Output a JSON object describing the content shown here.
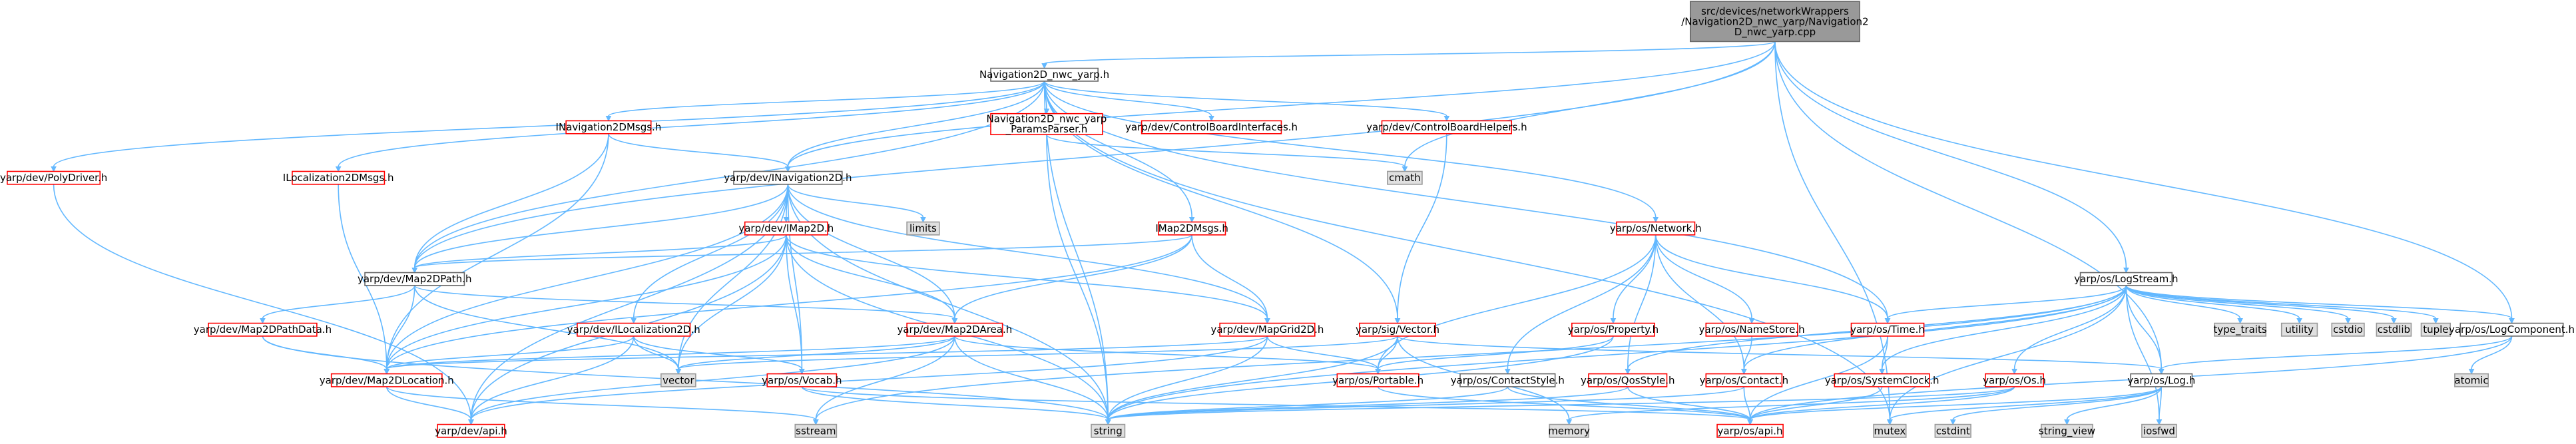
{
  "colors": {
    "root_fill": "#999999",
    "root_stroke": "#666666",
    "header_stroke": "#ff0000",
    "leaf_fill": "#e0e0e0",
    "leaf_stroke": "#999999",
    "node_fill": "#ffffff",
    "plain_stroke": "#666666",
    "edge": "#63b8ff",
    "text": "#000000"
  },
  "nodes": [
    {
      "id": "root",
      "lines": [
        "src/devices/networkWrappers",
        "/Navigation2D_nwc_yarp/Navigation2",
        "D_nwc_yarp.cpp"
      ],
      "kind": "root"
    },
    {
      "id": "nwcyarp",
      "lines": [
        "Navigation2D_nwc_yarp.h"
      ],
      "kind": "plain"
    },
    {
      "id": "polydriver",
      "lines": [
        "yarp/dev/PolyDriver.h"
      ],
      "kind": "header"
    },
    {
      "id": "iloc2dmsgs",
      "lines": [
        "ILocalization2DMsgs.h"
      ],
      "kind": "header"
    },
    {
      "id": "inav2dmsgs",
      "lines": [
        "INavigation2DMsgs.h"
      ],
      "kind": "header"
    },
    {
      "id": "nav2d",
      "lines": [
        "yarp/dev/INavigation2D.h"
      ],
      "kind": "plain"
    },
    {
      "id": "paramsparser",
      "lines": [
        "Navigation2D_nwc_yarp",
        "_ParamsParser.h"
      ],
      "kind": "header"
    },
    {
      "id": "cbinterfaces",
      "lines": [
        "yarp/dev/ControlBoardInterfaces.h"
      ],
      "kind": "header"
    },
    {
      "id": "cbhelpers",
      "lines": [
        "yarp/dev/ControlBoardHelpers.h"
      ],
      "kind": "header"
    },
    {
      "id": "cmath",
      "lines": [
        "cmath"
      ],
      "kind": "leaf"
    },
    {
      "id": "limits",
      "lines": [
        "limits"
      ],
      "kind": "leaf"
    },
    {
      "id": "imap2dmsgs",
      "lines": [
        "IMap2DMsgs.h"
      ],
      "kind": "header"
    },
    {
      "id": "imap2d",
      "lines": [
        "yarp/dev/IMap2D.h"
      ],
      "kind": "header"
    },
    {
      "id": "network",
      "lines": [
        "yarp/os/Network.h"
      ],
      "kind": "header"
    },
    {
      "id": "map2dpath",
      "lines": [
        "yarp/dev/Map2DPath.h"
      ],
      "kind": "plain"
    },
    {
      "id": "map2dpathdata",
      "lines": [
        "yarp/dev/Map2DPathData.h"
      ],
      "kind": "header"
    },
    {
      "id": "iloc2d",
      "lines": [
        "yarp/dev/ILocalization2D.h"
      ],
      "kind": "header"
    },
    {
      "id": "map2darea",
      "lines": [
        "yarp/dev/Map2DArea.h"
      ],
      "kind": "header"
    },
    {
      "id": "mapgrid2d",
      "lines": [
        "yarp/dev/MapGrid2D.h"
      ],
      "kind": "header"
    },
    {
      "id": "sigvector",
      "lines": [
        "yarp/sig/Vector.h"
      ],
      "kind": "header"
    },
    {
      "id": "property",
      "lines": [
        "yarp/os/Property.h"
      ],
      "kind": "header"
    },
    {
      "id": "namestore",
      "lines": [
        "yarp/os/NameStore.h"
      ],
      "kind": "header"
    },
    {
      "id": "ostime",
      "lines": [
        "yarp/os/Time.h"
      ],
      "kind": "header"
    },
    {
      "id": "map2dlocation",
      "lines": [
        "yarp/dev/Map2DLocation.h"
      ],
      "kind": "header"
    },
    {
      "id": "vector",
      "lines": [
        "vector"
      ],
      "kind": "leaf"
    },
    {
      "id": "vocab",
      "lines": [
        "yarp/os/Vocab.h"
      ],
      "kind": "header"
    },
    {
      "id": "portable",
      "lines": [
        "yarp/os/Portable.h"
      ],
      "kind": "header"
    },
    {
      "id": "contact",
      "lines": [
        "yarp/os/Contact.h"
      ],
      "kind": "header"
    },
    {
      "id": "contactstyle",
      "lines": [
        "yarp/os/ContactStyle.h"
      ],
      "kind": "plain"
    },
    {
      "id": "qosstyle",
      "lines": [
        "yarp/os/QosStyle.h"
      ],
      "kind": "header"
    },
    {
      "id": "systemclock",
      "lines": [
        "yarp/os/SystemClock.h"
      ],
      "kind": "header"
    },
    {
      "id": "devapi",
      "lines": [
        "yarp/dev/api.h"
      ],
      "kind": "header"
    },
    {
      "id": "sstream",
      "lines": [
        "sstream"
      ],
      "kind": "leaf"
    },
    {
      "id": "string",
      "lines": [
        "string"
      ],
      "kind": "leaf"
    },
    {
      "id": "memory",
      "lines": [
        "memory"
      ],
      "kind": "leaf"
    },
    {
      "id": "osapi",
      "lines": [
        "yarp/os/api.h"
      ],
      "kind": "header"
    },
    {
      "id": "mutex",
      "lines": [
        "mutex"
      ],
      "kind": "leaf"
    },
    {
      "id": "logstream",
      "lines": [
        "yarp/os/LogStream.h"
      ],
      "kind": "plain"
    },
    {
      "id": "typetraits",
      "lines": [
        "type_traits"
      ],
      "kind": "leaf"
    },
    {
      "id": "utility",
      "lines": [
        "utility"
      ],
      "kind": "leaf"
    },
    {
      "id": "cstdio",
      "lines": [
        "cstdio"
      ],
      "kind": "leaf"
    },
    {
      "id": "cstdlib",
      "lines": [
        "cstdlib"
      ],
      "kind": "leaf"
    },
    {
      "id": "tuple",
      "lines": [
        "tuple"
      ],
      "kind": "leaf"
    },
    {
      "id": "logcomponent",
      "lines": [
        "yarp/os/LogComponent.h"
      ],
      "kind": "plain"
    },
    {
      "id": "atomic",
      "lines": [
        "atomic"
      ],
      "kind": "leaf"
    },
    {
      "id": "oslog",
      "lines": [
        "yarp/os/Log.h"
      ],
      "kind": "plain"
    },
    {
      "id": "osos",
      "lines": [
        "yarp/os/Os.h"
      ],
      "kind": "header"
    },
    {
      "id": "cstdint",
      "lines": [
        "cstdint"
      ],
      "kind": "leaf"
    },
    {
      "id": "stringview",
      "lines": [
        "string_view"
      ],
      "kind": "leaf"
    },
    {
      "id": "iosfwd",
      "lines": [
        "iosfwd"
      ],
      "kind": "leaf"
    }
  ],
  "edges": [
    [
      "root",
      "nwcyarp"
    ],
    [
      "root",
      "nav2d"
    ],
    [
      "root",
      "map2dpath"
    ],
    [
      "root",
      "cmath"
    ],
    [
      "root",
      "mutex"
    ],
    [
      "root",
      "oslog"
    ],
    [
      "root",
      "logstream"
    ],
    [
      "root",
      "logcomponent"
    ],
    [
      "nwcyarp",
      "polydriver"
    ],
    [
      "nwcyarp",
      "iloc2dmsgs"
    ],
    [
      "nwcyarp",
      "inav2dmsgs"
    ],
    [
      "nwcyarp",
      "nav2d"
    ],
    [
      "nwcyarp",
      "paramsparser"
    ],
    [
      "nwcyarp",
      "cbinterfaces"
    ],
    [
      "nwcyarp",
      "cbhelpers"
    ],
    [
      "nwcyarp",
      "imap2dmsgs"
    ],
    [
      "nwcyarp",
      "network"
    ],
    [
      "nwcyarp",
      "map2dpath"
    ],
    [
      "nwcyarp",
      "sigvector"
    ],
    [
      "nwcyarp",
      "ostime"
    ],
    [
      "nwcyarp",
      "string"
    ],
    [
      "nwcyarp",
      "mutex"
    ],
    [
      "polydriver",
      "devapi"
    ],
    [
      "iloc2dmsgs",
      "map2dlocation"
    ],
    [
      "inav2dmsgs",
      "nav2d"
    ],
    [
      "inav2dmsgs",
      "map2dpath"
    ],
    [
      "inav2dmsgs",
      "map2dlocation"
    ],
    [
      "nav2d",
      "limits"
    ],
    [
      "nav2d",
      "imap2d"
    ],
    [
      "nav2d",
      "map2dpath"
    ],
    [
      "nav2d",
      "iloc2d"
    ],
    [
      "nav2d",
      "map2darea"
    ],
    [
      "nav2d",
      "mapgrid2d"
    ],
    [
      "nav2d",
      "map2dlocation"
    ],
    [
      "nav2d",
      "vector"
    ],
    [
      "nav2d",
      "vocab"
    ],
    [
      "nav2d",
      "devapi"
    ],
    [
      "nav2d",
      "string"
    ],
    [
      "paramsparser",
      "cmath"
    ],
    [
      "paramsparser",
      "string"
    ],
    [
      "cbhelpers",
      "sigvector"
    ],
    [
      "imap2dmsgs",
      "map2dpath"
    ],
    [
      "imap2dmsgs",
      "map2darea"
    ],
    [
      "imap2dmsgs",
      "mapgrid2d"
    ],
    [
      "imap2dmsgs",
      "map2dlocation"
    ],
    [
      "imap2d",
      "map2dpath"
    ],
    [
      "imap2d",
      "map2darea"
    ],
    [
      "imap2d",
      "mapgrid2d"
    ],
    [
      "imap2d",
      "map2dlocation"
    ],
    [
      "imap2d",
      "vector"
    ],
    [
      "imap2d",
      "vocab"
    ],
    [
      "imap2d",
      "devapi"
    ],
    [
      "imap2d",
      "string"
    ],
    [
      "network",
      "property"
    ],
    [
      "network",
      "namestore"
    ],
    [
      "network",
      "ostime"
    ],
    [
      "network",
      "contact"
    ],
    [
      "network",
      "contactstyle"
    ],
    [
      "network",
      "qosstyle"
    ],
    [
      "network",
      "portable"
    ],
    [
      "map2dpath",
      "map2dpathdata"
    ],
    [
      "map2dpath",
      "map2dlocation"
    ],
    [
      "map2dpath",
      "map2darea"
    ],
    [
      "map2dpath",
      "vector"
    ],
    [
      "map2dpathdata",
      "map2dlocation"
    ],
    [
      "map2dpathdata",
      "string"
    ],
    [
      "iloc2d",
      "map2dlocation"
    ],
    [
      "iloc2d",
      "vector"
    ],
    [
      "iloc2d",
      "vocab"
    ],
    [
      "iloc2d",
      "devapi"
    ],
    [
      "map2darea",
      "map2dlocation"
    ],
    [
      "map2darea",
      "vector"
    ],
    [
      "map2darea",
      "portable"
    ],
    [
      "map2darea",
      "sstream"
    ],
    [
      "map2darea",
      "devapi"
    ],
    [
      "map2darea",
      "string"
    ],
    [
      "mapgrid2d",
      "map2dlocation"
    ],
    [
      "mapgrid2d",
      "portable"
    ],
    [
      "mapgrid2d",
      "devapi"
    ],
    [
      "mapgrid2d",
      "string"
    ],
    [
      "sigvector",
      "vector"
    ],
    [
      "sigvector",
      "portable"
    ],
    [
      "sigvector",
      "oslog"
    ],
    [
      "sigvector",
      "string"
    ],
    [
      "sigvector",
      "memory"
    ],
    [
      "property",
      "portable"
    ],
    [
      "property",
      "string"
    ],
    [
      "namestore",
      "contact"
    ],
    [
      "ostime",
      "systemclock"
    ],
    [
      "ostime",
      "osapi"
    ],
    [
      "map2dlocation",
      "devapi"
    ],
    [
      "map2dlocation",
      "sstream"
    ],
    [
      "vocab",
      "string"
    ],
    [
      "vocab",
      "osapi"
    ],
    [
      "portable",
      "osapi"
    ],
    [
      "contact",
      "string"
    ],
    [
      "contact",
      "osapi"
    ],
    [
      "contactstyle",
      "string"
    ],
    [
      "contactstyle",
      "osapi"
    ],
    [
      "qosstyle",
      "osapi"
    ],
    [
      "qosstyle",
      "string"
    ],
    [
      "systemclock",
      "osapi"
    ],
    [
      "logstream",
      "ostime"
    ],
    [
      "logstream",
      "oslog"
    ],
    [
      "logstream",
      "osos"
    ],
    [
      "logstream",
      "contact"
    ],
    [
      "logstream",
      "systemclock"
    ],
    [
      "logstream",
      "qosstyle"
    ],
    [
      "logstream",
      "string"
    ],
    [
      "logstream",
      "mutex"
    ],
    [
      "logstream",
      "iosfwd"
    ],
    [
      "logstream",
      "sstream"
    ],
    [
      "logstream",
      "typetraits"
    ],
    [
      "logstream",
      "utility"
    ],
    [
      "logstream",
      "cstdio"
    ],
    [
      "logstream",
      "cstdlib"
    ],
    [
      "logstream",
      "tuple"
    ],
    [
      "logstream",
      "logcomponent"
    ],
    [
      "logcomponent",
      "atomic"
    ],
    [
      "logcomponent",
      "oslog"
    ],
    [
      "logcomponent",
      "osapi"
    ],
    [
      "oslog",
      "osapi"
    ],
    [
      "oslog",
      "cstdint"
    ],
    [
      "oslog",
      "stringview"
    ],
    [
      "oslog",
      "iosfwd"
    ],
    [
      "oslog",
      "mutex"
    ],
    [
      "osos",
      "osapi"
    ],
    [
      "osos",
      "string"
    ],
    [
      "osos",
      "memory"
    ]
  ]
}
